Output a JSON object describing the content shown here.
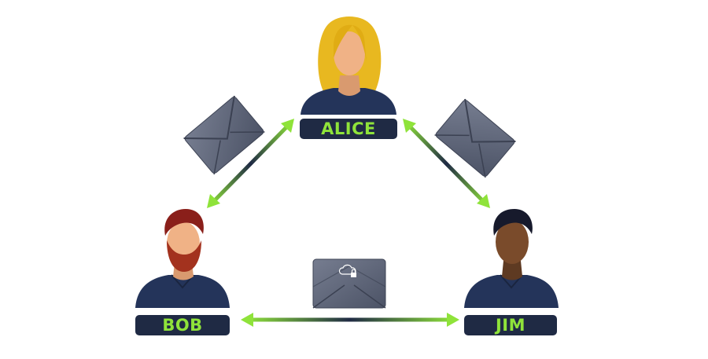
{
  "people": {
    "alice": {
      "name": "ALICE"
    },
    "bob": {
      "name": "BOB"
    },
    "jim": {
      "name": "JIM"
    }
  },
  "colors": {
    "label_bg": "#1f2a44",
    "label_text": "#8fe33a",
    "arrow_green": "#8fe33a",
    "arrow_navy": "#1f2a44",
    "envelope": "#5f6678",
    "shirt": "#24345a",
    "alice_hair": "#e8b820",
    "bob_hair": "#8a1f1a",
    "jim_hair": "#171a2c"
  },
  "icons": {
    "envelope_left": "envelope-icon",
    "envelope_right": "envelope-icon",
    "envelope_bottom": "envelope-with-cloud-lock-icon"
  }
}
